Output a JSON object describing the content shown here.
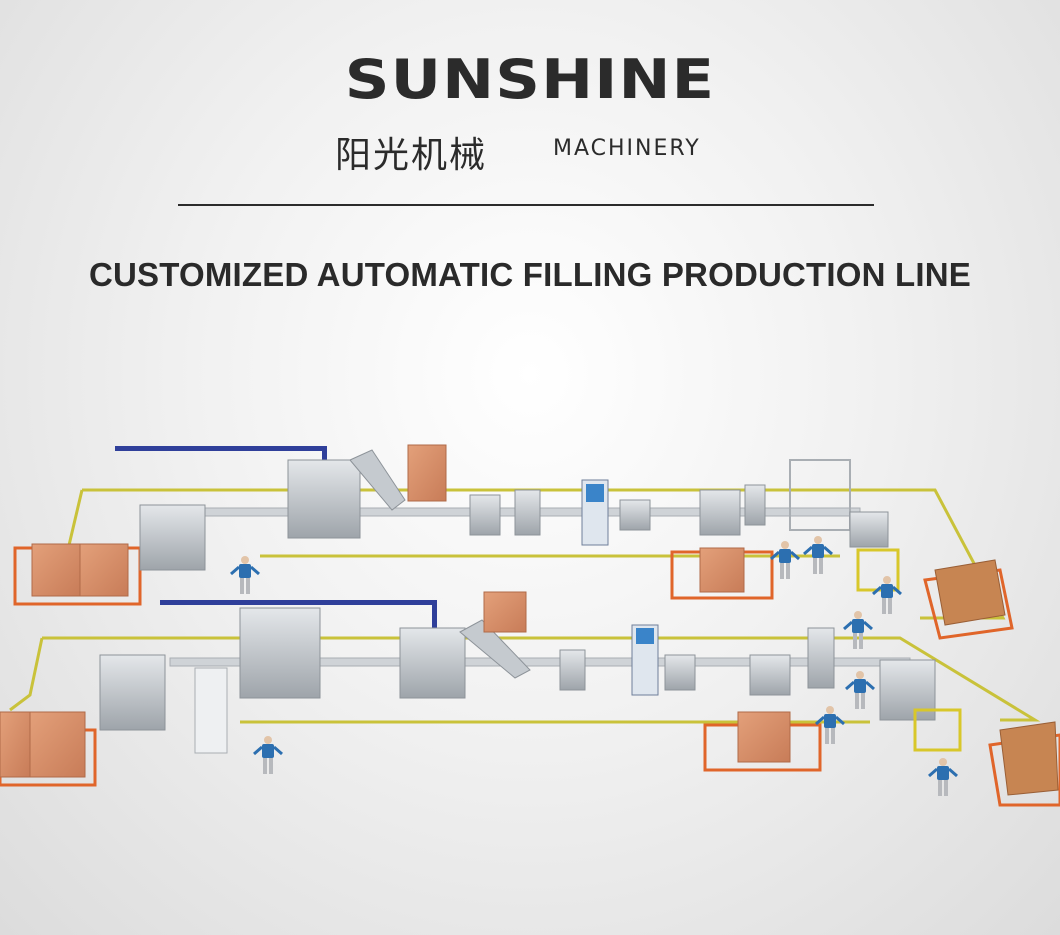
{
  "brand": {
    "name": "SUNSHINE",
    "name_cn": "阳光机械",
    "tagline": "MACHINERY"
  },
  "headline": "CUSTOMIZED AUTOMATIC FILLING PRODUCTION LINE",
  "colors": {
    "text": "#2b2b2b",
    "floor_line": "#c9c23a",
    "zone_orange": "#e0652a",
    "box": "#d9906a",
    "machine": "#b9bec3",
    "pipe_blue": "#2f3f9a",
    "worker_shirt": "#2c6fb0"
  }
}
